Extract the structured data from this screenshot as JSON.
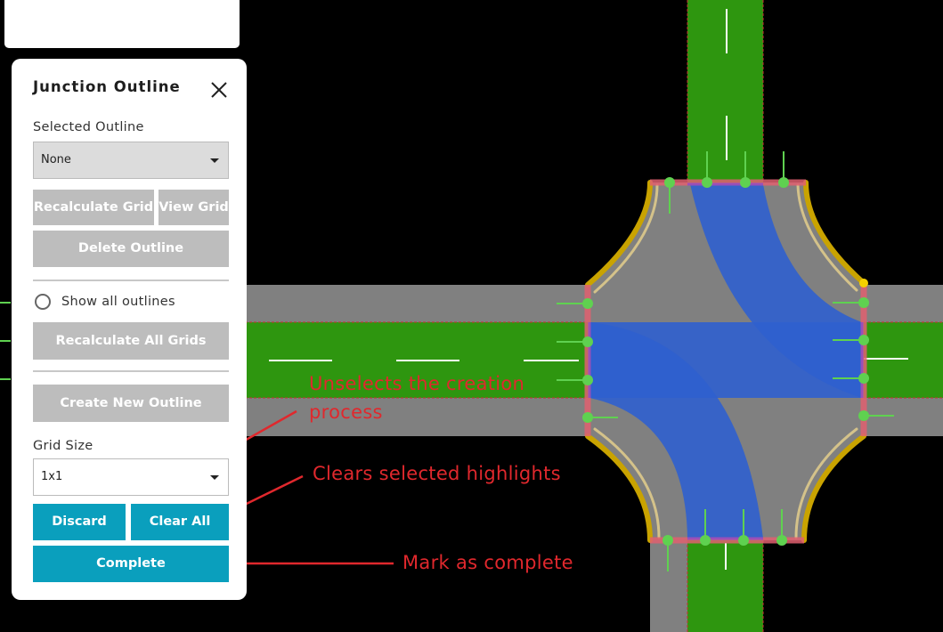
{
  "panel": {
    "title": "Junction Outline",
    "selected_outline_label": "Selected Outline",
    "selected_outline_value": "None",
    "recalculate_grid": "Recalculate Grid",
    "view_grid": "View Grid",
    "delete_outline": "Delete Outline",
    "show_all_outlines": "Show all outlines",
    "recalculate_all_grids": "Recalculate All Grids",
    "create_new_outline": "Create New Outline",
    "grid_size_label": "Grid Size",
    "grid_size_value": "1x1",
    "discard": "Discard",
    "clear_all": "Clear All",
    "complete": "Complete"
  },
  "annotations": {
    "discard_note_line1": "Unselects the creation",
    "discard_note_line2": "process",
    "clear_note": "Clears selected highlights",
    "complete_note": "Mark as complete"
  },
  "colors": {
    "teal_button": "#0a9fbd",
    "grey_button": "#bdbdbd",
    "road_green": "#2e960f",
    "road_grey": "#808080",
    "junction_blue": "#2f5fce",
    "annotation_red": "#e0282d",
    "marker_green": "#5fd150"
  },
  "icons": {
    "close": "close-icon",
    "dropdown": "chevron-down-icon"
  }
}
